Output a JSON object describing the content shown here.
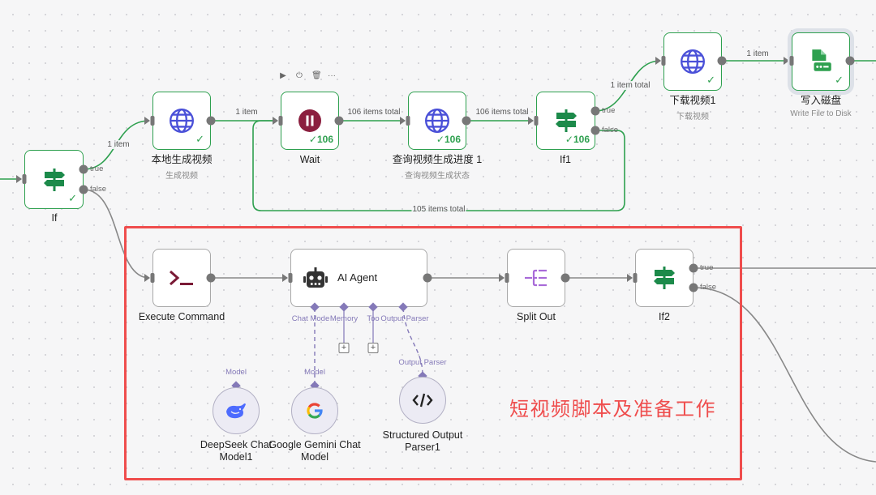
{
  "colors": {
    "success": "#2ea04f",
    "edge": "#2ea04f",
    "edge_neutral": "#777777",
    "sub_connection": "#8479b8",
    "sticky_border": "#ef4d4d",
    "globe": "#4a50d8",
    "pause": "#8b1f3f",
    "branch": "#1c8a4a",
    "terminal": "#7a1a36",
    "split": "#a86ad8"
  },
  "node_toolbar": {
    "icons": [
      "play-icon",
      "power-icon",
      "trash-icon",
      "more-icon"
    ],
    "glyphs": [
      "▶",
      "⏻",
      "🗑",
      "···"
    ]
  },
  "nodes": {
    "if": {
      "label": "If",
      "icon": "signpost-icon",
      "ports": {
        "true": "true",
        "false": "false"
      }
    },
    "local_video": {
      "label": "本地生成视频",
      "subtitle": "生成视频",
      "icon": "globe-icon"
    },
    "wait": {
      "label": "Wait",
      "icon": "pause-icon",
      "count": "106"
    },
    "query_progress": {
      "label": "查询视频生成进度 1",
      "subtitle": "查询视频生成状态",
      "icon": "globe-icon",
      "count": "106"
    },
    "if1": {
      "label": "If1",
      "icon": "signpost-icon",
      "count": "106",
      "ports": {
        "true": "true",
        "false": "false"
      }
    },
    "download_video": {
      "label": "下载视频1",
      "subtitle": "下载视频",
      "icon": "globe-icon"
    },
    "write_disk": {
      "label": "写入磁盘",
      "subtitle": "Write File to Disk",
      "icon": "disk-write-icon"
    },
    "execute_command": {
      "label": "Execute Command",
      "icon": "terminal-icon"
    },
    "ai_agent": {
      "label": "AI Agent",
      "icon": "robot-icon",
      "sub_ports": [
        "Chat Model",
        "Memory",
        "Tool",
        "Output Parser"
      ],
      "sub_port_labels": [
        "Chat Mode",
        "Memory",
        "Too",
        "Output Parser"
      ],
      "add_symbol": "+"
    },
    "split_out": {
      "label": "Split Out",
      "icon": "split-out-icon"
    },
    "if2": {
      "label": "If2",
      "icon": "signpost-icon",
      "ports": {
        "true": "true",
        "false": "false"
      }
    },
    "deepseek": {
      "label_line1": "DeepSeek Chat",
      "label_line2": "Model1",
      "port_label": "Model",
      "icon": "deepseek-whale-icon"
    },
    "gemini": {
      "label_line1": "Google Gemini Chat",
      "label_line2": "Model",
      "port_label": "Model",
      "icon": "google-g-icon"
    },
    "structured_parser": {
      "label_line1": "Structured Output",
      "label_line2": "Parser1",
      "port_label": "Output Parser",
      "icon": "code-icon"
    }
  },
  "edges": {
    "if_to_local": "1 item",
    "local_to_wait": "1 item",
    "wait_to_query": "106 items total",
    "query_to_if1": "106 items total",
    "if1_to_download": "1 item total",
    "download_to_write": "1 item",
    "loop_back": "105 items total"
  },
  "sticky_note": {
    "text": "短视频脚本及准备工作"
  }
}
